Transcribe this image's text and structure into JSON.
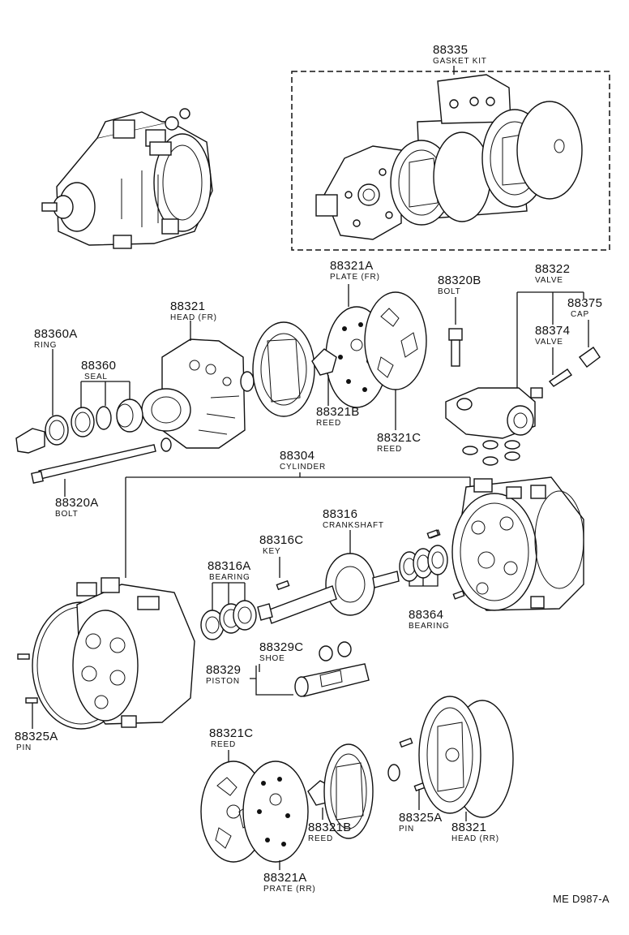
{
  "gasket_kit": {
    "number": "88335",
    "name": "GASKET KIT"
  },
  "parts": {
    "plate_fr": {
      "number": "88321A",
      "name": "PLATE (FR)"
    },
    "bolt_b": {
      "number": "88320B",
      "name": "BOLT"
    },
    "valve": {
      "number": "88322",
      "name": "VALVE"
    },
    "cap": {
      "number": "88375",
      "name": "CAP"
    },
    "valve_sub": {
      "number": "88374",
      "name": "VALVE"
    },
    "head_fr": {
      "number": "88321",
      "name": "HEAD (FR)"
    },
    "ring": {
      "number": "88360A",
      "name": "RING"
    },
    "seal": {
      "number": "88360",
      "name": "SEAL"
    },
    "reed_b_top": {
      "number": "88321B",
      "name": "REED"
    },
    "reed_c_top": {
      "number": "88321C",
      "name": "REED"
    },
    "bolt_a": {
      "number": "88320A",
      "name": "BOLT"
    },
    "cylinder": {
      "number": "88304",
      "name": "CYLINDER"
    },
    "crankshaft": {
      "number": "88316",
      "name": "CRANKSHAFT"
    },
    "key": {
      "number": "88316C",
      "name": "KEY"
    },
    "bearing_a": {
      "number": "88316A",
      "name": "BEARING"
    },
    "bearing_364": {
      "number": "88364",
      "name": "BEARING"
    },
    "shoe": {
      "number": "88329C",
      "name": "SHOE"
    },
    "piston": {
      "number": "88329",
      "name": "PISTON"
    },
    "pin_left": {
      "number": "88325A",
      "name": "PIN"
    },
    "reed_c_bottom": {
      "number": "88321C",
      "name": "REED"
    },
    "reed_b_bottom": {
      "number": "88321B",
      "name": "REED"
    },
    "plate_rr": {
      "number": "88321A",
      "name": "PRATE (RR)"
    },
    "pin_right": {
      "number": "88325A",
      "name": "PIN"
    },
    "head_rr": {
      "number": "88321",
      "name": "HEAD (RR)"
    }
  },
  "footer": {
    "code": "ME  D987-A"
  }
}
